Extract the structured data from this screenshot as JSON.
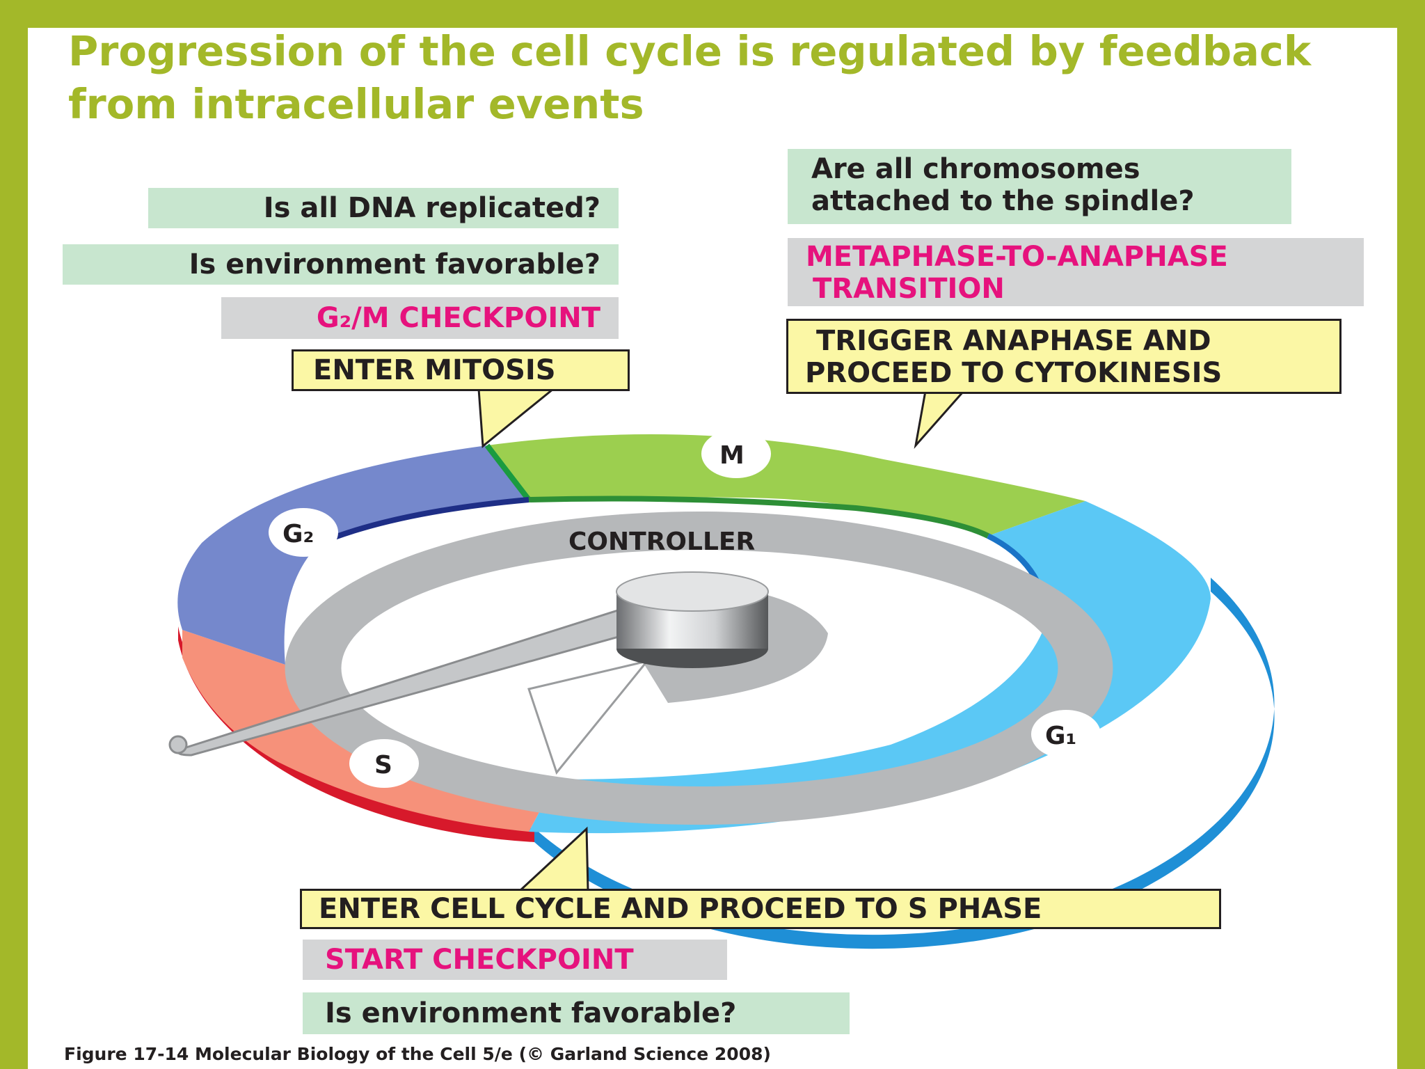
{
  "title": "Progression of the cell cycle is regulated by feedback from intracellular events",
  "g2m": {
    "q1": "Is all DNA replicated?",
    "q2": "Is environment favorable?",
    "checkpoint": "G₂/M CHECKPOINT",
    "event": "ENTER MITOSIS"
  },
  "meta": {
    "q_line1": "Are all chromosomes",
    "q_line2": "attached to the spindle?",
    "checkpoint_line1": "METAPHASE-TO-ANAPHASE",
    "checkpoint_line2": "TRANSITION",
    "event_line1": "TRIGGER ANAPHASE AND",
    "event_line2": "PROCEED TO CYTOKINESIS"
  },
  "start": {
    "event": "ENTER CELL CYCLE AND PROCEED TO S PHASE",
    "checkpoint": "START CHECKPOINT",
    "q": "Is environment favorable?"
  },
  "phases": {
    "m": "M",
    "g2": "G₂",
    "s": "S",
    "g1": "G₁"
  },
  "controller": "CONTROLLER",
  "caption": "Figure 17-14  Molecular Biology of the Cell 5/e (© Garland Science 2008)",
  "colors": {
    "frame": "#a3b829",
    "m_phase": "#9ccf4f",
    "g1_phase": "#5bc8f5",
    "g2_phase": "#7588cc",
    "s_phase": "#f6917a",
    "checkpoint_text": "#e6127d"
  }
}
